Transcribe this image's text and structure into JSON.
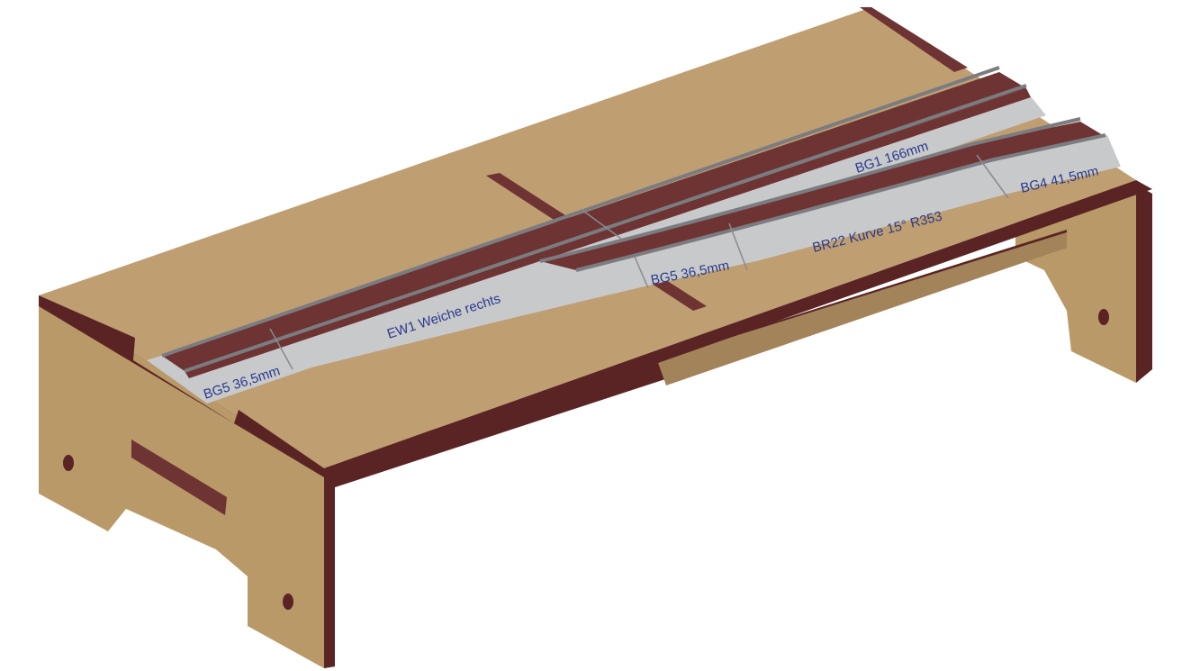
{
  "labels": {
    "bg5_left": "BG5 36,5mm",
    "ew1": "EW1 Weiche rechts",
    "bg1": "BG1 166mm",
    "bg5_mid": "BG5 36,5mm",
    "br22": "BR22 Kurve 15° R353",
    "bg4": "BG4 41,5mm"
  },
  "colors": {
    "wood_top": "#bf9f72",
    "wood_side": "#b99968",
    "wood_dark": "#a3845a",
    "edge": "#5a2424",
    "ballast": "#6e3333",
    "bed": "#c8c9cb",
    "rail": "#7b7c80",
    "label": "#2a3a8c"
  }
}
